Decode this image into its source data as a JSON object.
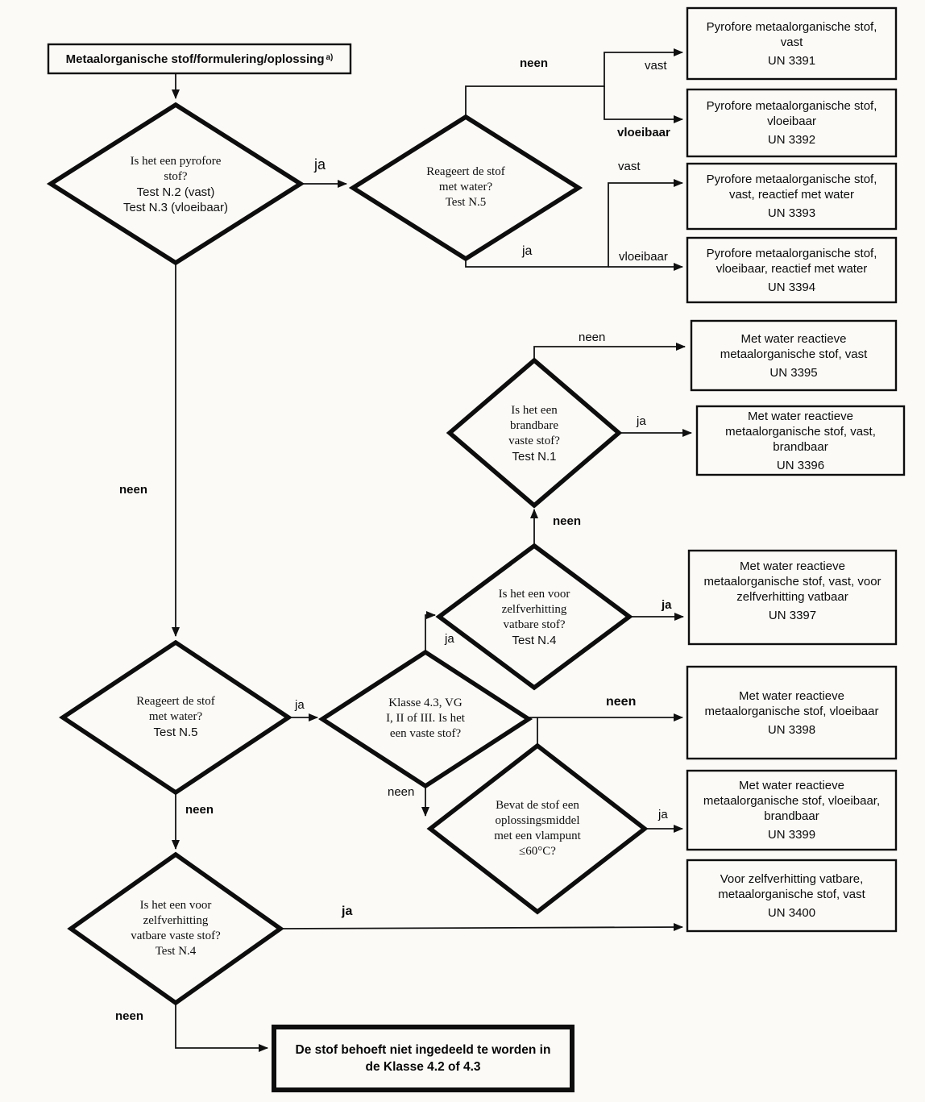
{
  "start": {
    "text": "Metaalorganische stof/formulering/oplossing",
    "sup": "a)"
  },
  "decisions": [
    {
      "id": "pyrofore",
      "lines": [
        "Is het een pyrofore",
        "stof?",
        "Test N.2 (vast)",
        "Test N.3 (vloeibaar)"
      ]
    },
    {
      "id": "water-reactief-boven",
      "lines": [
        "Reageert de stof",
        "met water?",
        "Test N.5"
      ]
    },
    {
      "id": "brandbare-vaste-stof",
      "lines": [
        "Is het een",
        "brandbare",
        "vaste stof?",
        "Test N.1"
      ]
    },
    {
      "id": "zelfverhitting-stof",
      "lines": [
        "Is het een voor",
        "zelfverhitting",
        "vatbare stof?",
        "Test N.4"
      ]
    },
    {
      "id": "water-reactief-onder",
      "lines": [
        "Reageert de stof",
        "met water?",
        "Test N.5"
      ]
    },
    {
      "id": "klasse-43",
      "lines": [
        "Klasse 4.3, VG",
        "I, II of III. Is het",
        "een vaste stof?"
      ]
    },
    {
      "id": "oplossingsmiddel",
      "lines": [
        "Bevat de stof een",
        "oplossingsmiddel",
        "met een vlampunt",
        "≤60°C?"
      ]
    },
    {
      "id": "zelfverhitting-vast",
      "lines": [
        "Is het een voor",
        "zelfverhitting",
        "vatbare vaste stof?",
        "Test N.4"
      ]
    }
  ],
  "outcomes": [
    {
      "id": "un3391",
      "lines": [
        "Pyrofore metaalorganische stof,",
        "vast"
      ],
      "un": "UN 3391"
    },
    {
      "id": "un3392",
      "lines": [
        "Pyrofore metaalorganische stof,",
        "vloeibaar"
      ],
      "un": "UN 3392"
    },
    {
      "id": "un3393",
      "lines": [
        "Pyrofore metaalorganische stof,",
        "vast, reactief met water"
      ],
      "un": "UN 3393"
    },
    {
      "id": "un3394",
      "lines": [
        "Pyrofore metaalorganische stof,",
        "vloeibaar, reactief met water"
      ],
      "un": "UN 3394"
    },
    {
      "id": "un3395",
      "lines": [
        "Met water reactieve",
        "metaalorganische stof, vast"
      ],
      "un": "UN 3395"
    },
    {
      "id": "un3396",
      "lines": [
        "Met water reactieve",
        "metaalorganische stof, vast,",
        "brandbaar"
      ],
      "un": "UN 3396"
    },
    {
      "id": "un3397",
      "lines": [
        "Met water reactieve",
        "metaalorganische stof, vast, voor",
        "zelfverhitting vatbaar"
      ],
      "un": "UN 3397"
    },
    {
      "id": "un3398",
      "lines": [
        "Met water reactieve",
        "metaalorganische stof, vloeibaar"
      ],
      "un": "UN 3398"
    },
    {
      "id": "un3399",
      "lines": [
        "Met water reactieve",
        "metaalorganische stof, vloeibaar,",
        "brandbaar"
      ],
      "un": "UN 3399"
    },
    {
      "id": "un3400",
      "lines": [
        "Voor zelfverhitting vatbare,",
        "metaalorganische stof, vast"
      ],
      "un": "UN 3400"
    }
  ],
  "final": {
    "line1": "De stof behoeft niet ingedeeld te worden in",
    "line2": "de Klasse 4.2 of 4.3"
  },
  "labels": [
    {
      "text": "ja"
    },
    {
      "text": "neen"
    },
    {
      "text": "vast"
    },
    {
      "text": "vloeibaar"
    },
    {
      "text": "ja"
    },
    {
      "text": "vast"
    },
    {
      "text": "vloeibaar"
    },
    {
      "text": "neen"
    },
    {
      "text": "neen"
    },
    {
      "text": "ja"
    },
    {
      "text": "neen"
    },
    {
      "text": "ja"
    },
    {
      "text": "ja"
    },
    {
      "text": "neen"
    },
    {
      "text": "ja"
    },
    {
      "text": "neen"
    },
    {
      "text": "neen"
    },
    {
      "text": "ja"
    },
    {
      "text": "ja"
    },
    {
      "text": "neen"
    }
  ]
}
